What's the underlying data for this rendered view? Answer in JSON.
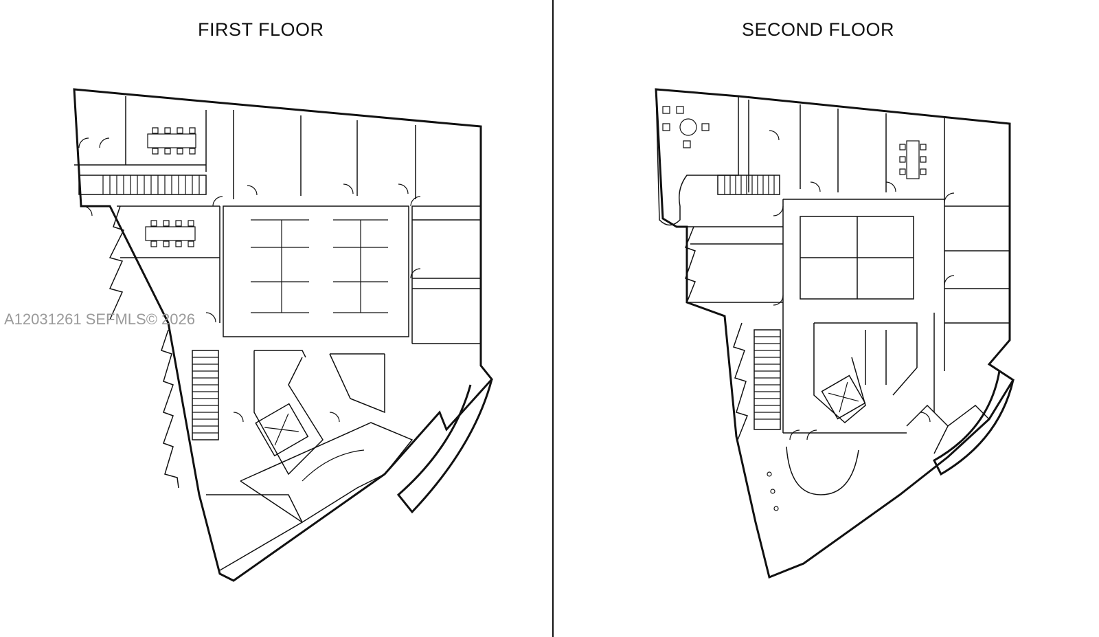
{
  "titles": {
    "first_floor": "FIRST FLOOR",
    "second_floor": "SECOND FLOOR"
  },
  "watermark": "A12031261  SEFMLS© 2026"
}
